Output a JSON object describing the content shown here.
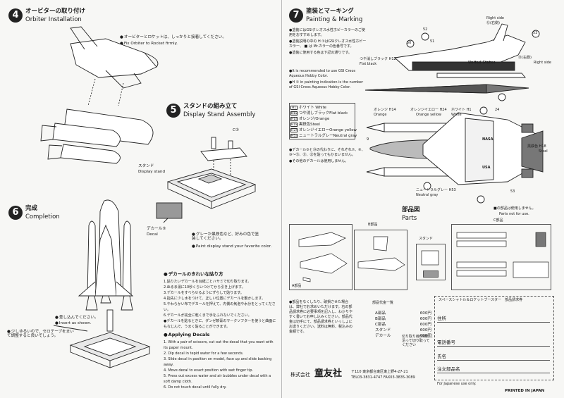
{
  "step4": {
    "number": "4",
    "title_jp": "オービターの取り付け",
    "title_en": "Orbiter Installation",
    "note_jp": "オービターとロケットは、しっかりと接着してください。",
    "note_en": "Fix Orbiter to Rocket firmly."
  },
  "step5": {
    "number": "5",
    "title_jp": "スタンドの組み立て",
    "title_en": "Display Stand Assembly",
    "part_c": "C③",
    "stand_jp": "スタンド",
    "stand_en": "Display stand",
    "decal_jp": "デカール⑤",
    "decal_en": "Decal",
    "note_jp": "グレーか黒鉄色など、好みの色で塗装してください。",
    "note_en": "Paint display stand your favorite color."
  },
  "step6": {
    "number": "6",
    "title_jp": "完成",
    "title_en": "Completion",
    "insert_jp": "差し込んでください。",
    "insert_en": "Insert as shown.",
    "adjust_jp": "少しゆるいので、セロテープをまいて調整すると良いでしょう。"
  },
  "decal_howto": {
    "title_jp": "デカールのきれいな貼り方",
    "steps_jp": [
      "1.貼りたいデカールを台紙ごとハサミで切り取ります。",
      "2.ぬるま湯に10秒くらいつけてから引き上げます。",
      "3.デカールをすべらせるようにずらして貼ります。",
      "4.指先に少し水をつけて、正しい位置にデカールを動かします。",
      "5.やわらかい布でデカールを押えて、内側の気泡や水分をとってください。",
      "6.デカールが完全に乾くまで手をふれないでください。",
      "●デカールを貼るときに、ダンゼ軟膏のマークソフターを使うと曲面にもなじんで、うまく貼ることができます。"
    ],
    "title_en": "Applying Decals",
    "steps_en": [
      "1. With a pair of scissors, cut out the decal that you want with its paper mount.",
      "2. Dip decal in tepid water for a few seconds.",
      "3. Slide decal in position on model, face up and slide backing away.",
      "4. Move decal to exact position with wet finger tip.",
      "5. Press out excess water and air bubbles under decal with a soft damp cloth.",
      "6. Do not touch decal until fully dry."
    ]
  },
  "step7": {
    "number": "7",
    "title_jp": "塗装とマーキング",
    "title_en": "Painting & Marking",
    "notes_jp": [
      "●塗装にはGSIクレオス水性ホビーカラーのご使用をおすすめします。",
      "●塗装説明の中の H ①はGSIクレオス水性ホビーカラー、 ■ は Mr.カラーの色番号です。",
      "●塗装に使用する色は下記の通りです。"
    ],
    "notes_en": [
      "●It is recommended to use GSI Creos Aqueous Hobby Color.",
      "●H ① in painting indication is the number of GSI Creos Aqueous Hobby Color."
    ],
    "paint_colors": [
      {
        "code": "H1",
        "mr": "1",
        "label": "ホワイト White",
        "color": "#ffffff"
      },
      {
        "code": "H12",
        "mr": "33",
        "label": "つや消しブラックFlat black",
        "color": "#222222"
      },
      {
        "code": "H14",
        "mr": "",
        "label": "オレンジ/Orange",
        "color": "#e8782a"
      },
      {
        "code": "H18",
        "mr": "",
        "label": "黒鉄色Steel",
        "color": "#555a5e"
      },
      {
        "code": "H24",
        "mr": "",
        "label": "オレンジイエローOrange yellow",
        "color": "#f2a93b"
      },
      {
        "code": "H53",
        "mr": "",
        "label": "ニュートラルグレーNeutral gray",
        "color": "#9a9a9a"
      }
    ],
    "decal_notes_jp": [
      "●デカール⑤と㉔の代わりに、それぞれ⑦、⑧、⑩〜⑬、㉑、㉒を貼ってもかまいません。",
      "●その他のデカールは使用しません。"
    ],
    "callouts": {
      "right_side": "Right side",
      "right_side_jp": "⑫(右側)",
      "right_side2_jp": "⑬(右側)",
      "right_side3": "Right side",
      "flat_black_jp": "つや消しブラック H12",
      "flat_black_en": "Flat black",
      "orange_jp": "オレンジ H14",
      "orange_en": "Orange",
      "orange_yellow_jp": "オレンジイエロー H24",
      "orange_yellow_en": "Orange yellow",
      "white_jp": "ホワイト H1",
      "white_en": "White",
      "steel_jp": "黒鉄色 H18",
      "steel_en": "Steel",
      "neutral_jp": "ニュートラルグレー H53",
      "neutral_en": "Neutral gray",
      "united_states": "United States",
      "usa": "USA",
      "nasa": "NASA",
      "n53": "53",
      "n50": "50",
      "n51": "51",
      "n52": "52",
      "n24": "24",
      "n9": "9"
    }
  },
  "parts": {
    "title_jp": "部品図",
    "title_en": "Parts",
    "unused_jp": "■の部品は使用しません。",
    "unused_en": "Parts not for use.",
    "group_a": "A部品",
    "group_b": "B部品",
    "group_c": "C部品",
    "stand": "スタンド",
    "decal": "デカール"
  },
  "order": {
    "lost_parts_jp": "●部品をなくしたり、破損させた場合は、弊社でお求めいただけます。右の部品請求券に必要事項を記入し、わかりやすく書いてお申し込みください。部品代金は切手にて、部品請求券といっしょにお送りください。送料は無料、税込みの金額です。",
    "price_title": "部品代金一覧",
    "prices": [
      {
        "part": "A部品",
        "price": "600円"
      },
      {
        "part": "B部品",
        "price": "600円"
      },
      {
        "part": "C部品",
        "price": "600円"
      },
      {
        "part": "スタンド",
        "price": "600円"
      },
      {
        "part": "デカール",
        "price": "600円"
      }
    ],
    "coupon_title": "スペースシャトル＆ロケットブースター　部品請求券",
    "field_address": "住所",
    "field_phone": "電話番号",
    "field_name": "氏名",
    "field_order": "注文部品名",
    "note_cut": "切り取り線(点線)に沿って切り取ってください",
    "japan_only": "For Japanese use only.",
    "company": "株式会社",
    "company_name": "童友社",
    "address": "〒110 東京都台東区東上野4-27-21",
    "tel": "TEL03-3831-4747 FAX03-3835-3089",
    "printed": "PRINTED IN JAPAN"
  }
}
